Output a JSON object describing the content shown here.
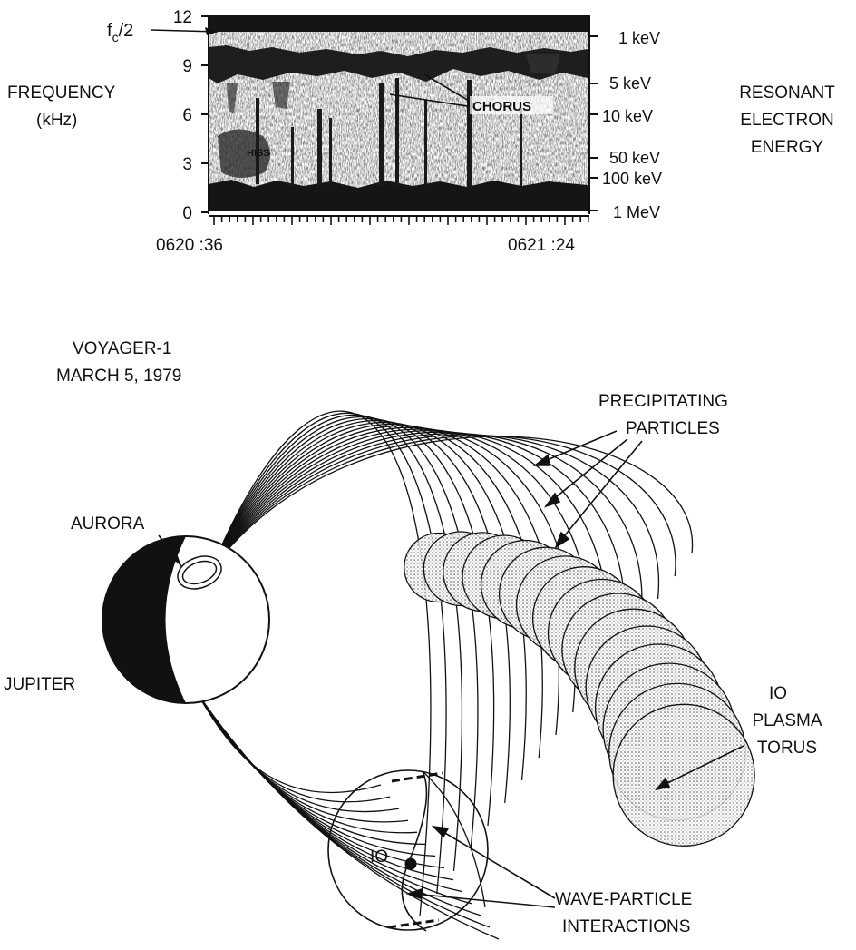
{
  "spectrogram": {
    "fc_label_main": "f",
    "fc_label_sub": "c",
    "fc_label_tail": "/2",
    "y_ticks": [
      "12",
      "9",
      "6",
      "3",
      "0"
    ],
    "y_label_line1": "FREQUENCY",
    "y_label_line2": "(kHz)",
    "energy_ticks": [
      "1 keV",
      "5 keV",
      "10 keV",
      "50 keV",
      "100 keV",
      "1 MeV"
    ],
    "energy_label_line1": "RESONANT",
    "energy_label_line2": "ELECTRON",
    "energy_label_line3": "ENERGY",
    "time_start": "0620 :36",
    "time_end": "0621 :24",
    "chorus_label": "CHORUS",
    "hiss_label": "HISS"
  },
  "diagram": {
    "mission_line1": "VOYAGER-1",
    "mission_line2": "MARCH 5, 1979",
    "aurora_label": "AURORA",
    "jupiter_label": "JUPITER",
    "precip_line1": "PRECIPITATING",
    "precip_line2": "PARTICLES",
    "torus_line1": "IO",
    "torus_line2": "PLASMA",
    "torus_line3": "TORUS",
    "io_label": "IO",
    "wave_line1": "WAVE-PARTICLE",
    "wave_line2": "INTERACTIONS"
  }
}
